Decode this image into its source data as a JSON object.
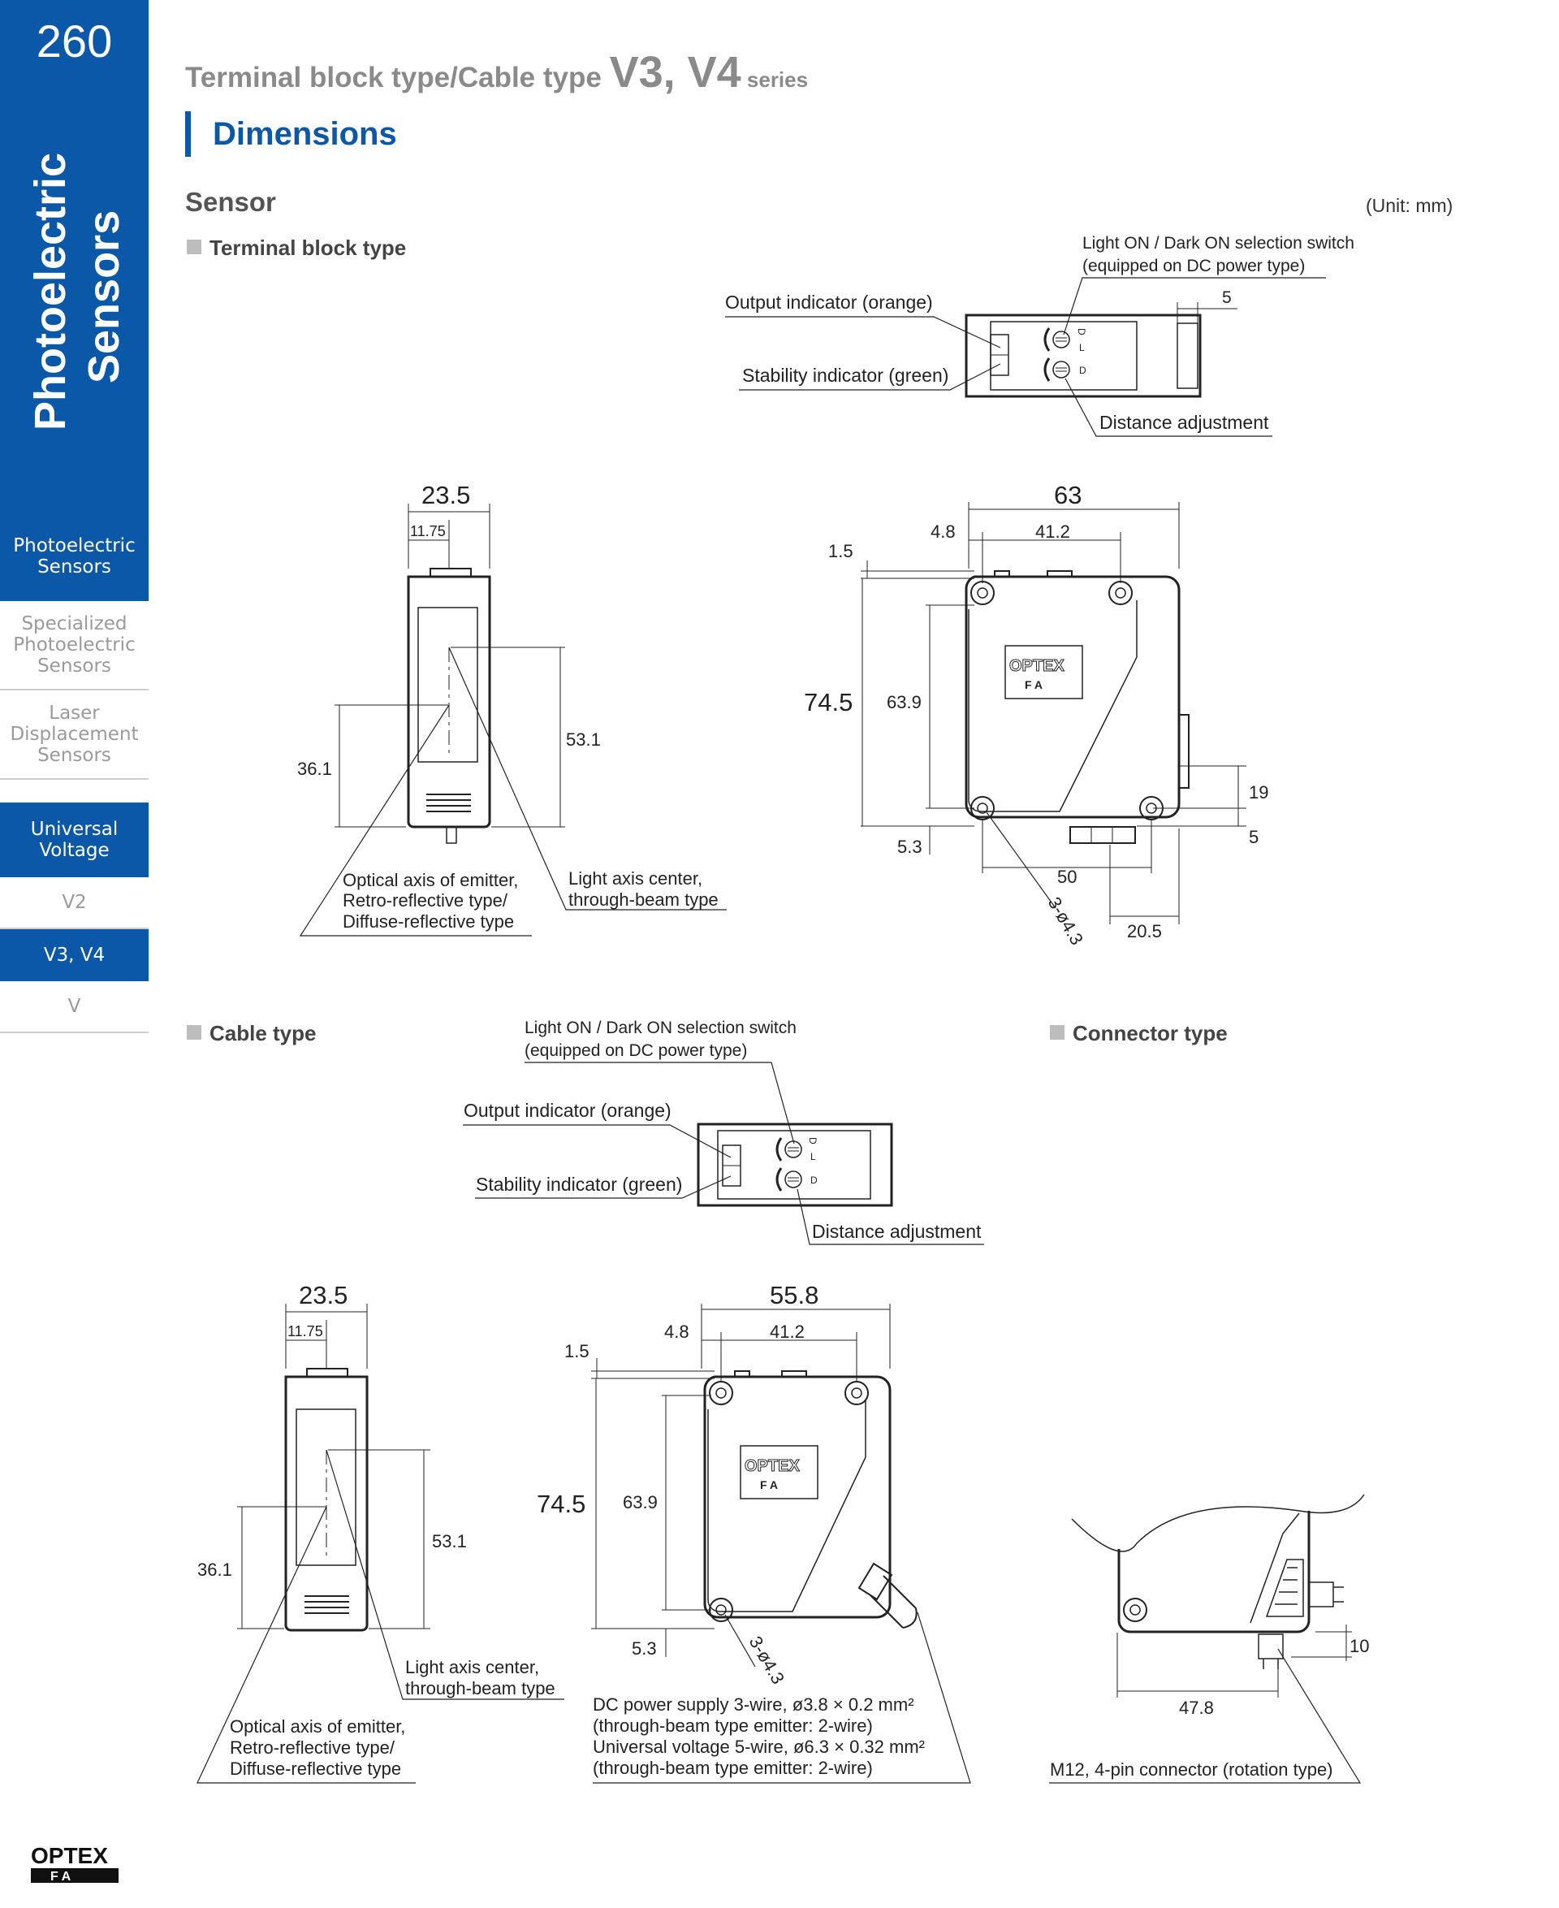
{
  "page_number": "260",
  "sidebar": {
    "category_line1": "Photoelectric",
    "category_line2": "Sensors",
    "nav": [
      {
        "line1": "Photoelectric",
        "line2": "Sensors",
        "line3": ""
      },
      {
        "line1": "Specialized",
        "line2": "Photoelectric",
        "line3": "Sensors"
      },
      {
        "line1": "Laser",
        "line2": "Displacement",
        "line3": "Sensors"
      },
      {
        "line1": "Universal",
        "line2": "Voltage",
        "line3": ""
      },
      {
        "line1": "V2"
      },
      {
        "line1": "V3, V4"
      },
      {
        "line1": "V"
      }
    ]
  },
  "header": {
    "title_prefix": "Terminal block type/Cable type ",
    "title_model": "V3, V4",
    "title_suffix": " series",
    "section": "Dimensions",
    "subsection": "Sensor",
    "unit": "(Unit: mm)"
  },
  "terminal": {
    "heading": "Terminal block type",
    "top_view": {
      "switch_line1": "Light ON / Dark ON selection switch",
      "switch_line2": "(equipped on DC power type)",
      "dim_5": "5",
      "output_indicator": "Output indicator (orange)",
      "stability_indicator": "Stability indicator (green)",
      "distance_adjustment": "Distance adjustment",
      "mark_d": "D",
      "mark_l": "L",
      "mark_d2": "D"
    },
    "side_view": {
      "width": "23.5",
      "half": "11.75",
      "h1": "36.1",
      "h2": "53.1",
      "emitter_line1": "Optical axis of emitter,",
      "emitter_line2": "Retro-reflective type/",
      "emitter_line3": "Diffuse-reflective type",
      "light_line1": "Light axis center,",
      "light_line2": "through-beam type"
    },
    "front_view": {
      "w63": "63",
      "w48": "4.8",
      "w412": "41.2",
      "d15": "1.5",
      "h745": "74.5",
      "h639": "63.9",
      "d53": "5.3",
      "d19": "19",
      "d5": "5",
      "d50": "50",
      "holes": "3-ø4.3",
      "d205": "20.5",
      "logo_top": "OPTEX",
      "logo_bottom": "F A"
    }
  },
  "cable": {
    "heading": "Cable type",
    "top_view": {
      "switch_line1": "Light ON / Dark ON selection switch",
      "switch_line2": "(equipped on DC power type)",
      "output_indicator": "Output indicator (orange)",
      "stability_indicator": "Stability indicator (green)",
      "distance_adjustment": "Distance adjustment",
      "mark_d": "D",
      "mark_l": "L",
      "mark_d2": "D"
    },
    "side_view": {
      "width": "23.5",
      "half": "11.75",
      "h1": "36.1",
      "h2": "53.1",
      "light_line1": "Light axis center,",
      "light_line2": "through-beam type",
      "emitter_line1": "Optical axis of emitter,",
      "emitter_line2": "Retro-reflective type/",
      "emitter_line3": "Diffuse-reflective type"
    },
    "front_view": {
      "w558": "55.8",
      "w48": "4.8",
      "w412": "41.2",
      "d15": "1.5",
      "h745": "74.5",
      "h639": "63.9",
      "d53": "5.3",
      "holes": "3-ø4.3",
      "logo_top": "OPTEX",
      "logo_bottom": "F A",
      "cable_line1": "DC power supply 3-wire, ø3.8 × 0.2 mm²",
      "cable_line2": "(through-beam type emitter: 2-wire)",
      "cable_line3": "Universal voltage 5-wire, ø6.3 × 0.32 mm²",
      "cable_line4": "(through-beam type emitter: 2-wire)"
    }
  },
  "connector": {
    "heading": "Connector type",
    "d10": "10",
    "d478": "47.8",
    "note": "M12, 4-pin connector (rotation type)"
  },
  "footer": {
    "logo_top": "OPTEX",
    "logo_bottom": "F A"
  }
}
